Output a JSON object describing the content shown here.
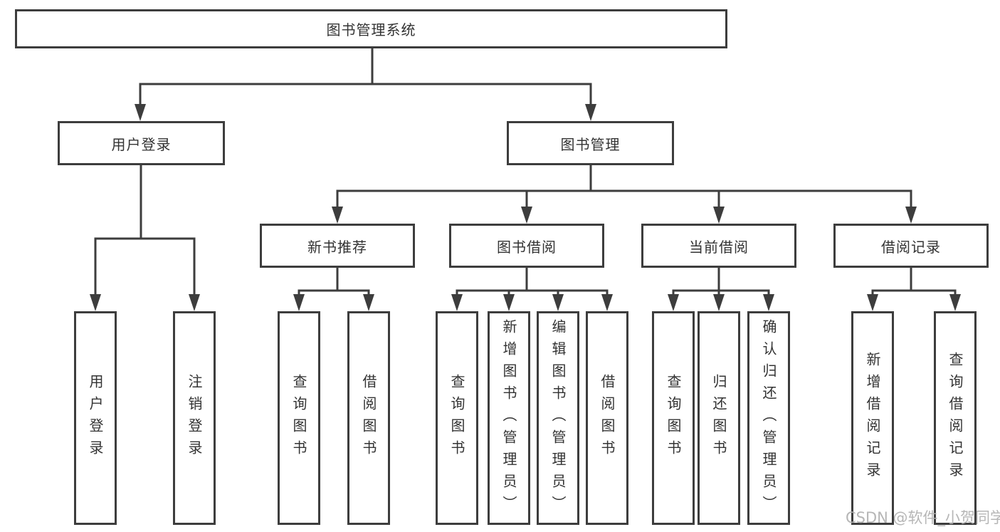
{
  "diagram": {
    "root": {
      "label": "图书管理系统"
    },
    "sections": [
      {
        "label": "用户登录",
        "children": [
          {
            "label": "用户登录"
          },
          {
            "label": "注销登录"
          }
        ]
      },
      {
        "label": "图书管理",
        "children": [
          {
            "label": "新书推荐",
            "children": [
              {
                "label": "查询图书"
              },
              {
                "label": "借阅图书"
              }
            ]
          },
          {
            "label": "图书借阅",
            "children": [
              {
                "label": "查询图书"
              },
              {
                "label": "新增图书（管理员）"
              },
              {
                "label": "编辑图书（管理员）"
              },
              {
                "label": "借阅图书"
              }
            ]
          },
          {
            "label": "当前借阅",
            "children": [
              {
                "label": "查询图书"
              },
              {
                "label": "归还图书"
              },
              {
                "label": "确认归还（管理员）"
              }
            ]
          },
          {
            "label": "借阅记录",
            "children": [
              {
                "label": "新增借阅记录"
              },
              {
                "label": "查询借阅记录"
              }
            ]
          }
        ]
      }
    ]
  },
  "watermark": {
    "text": "CSDN @软件_小贺同学",
    "color": "#b0b0b0"
  },
  "colors": {
    "line": "#3d3d3d",
    "text": "#333333",
    "background": "#ffffff"
  }
}
